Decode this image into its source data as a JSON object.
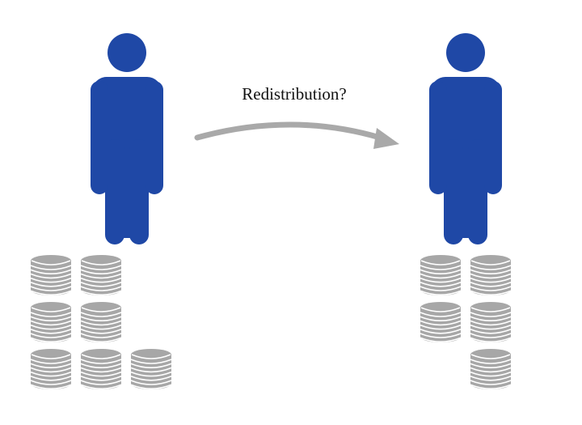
{
  "diagram": {
    "label": "Redistribution?",
    "colors": {
      "person": "#1f48a6",
      "coin": "#a7a7a7",
      "coin_line": "#ffffff",
      "arrow": "#a9a9a9"
    },
    "icons": [
      "person-icon",
      "coin-stack-icon",
      "curved-arrow-icon"
    ],
    "left_person": {
      "coin_stacks": 7
    },
    "right_person": {
      "coin_stacks": 5
    }
  }
}
